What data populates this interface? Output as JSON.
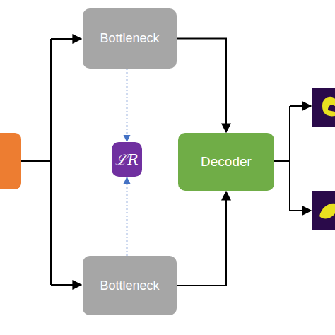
{
  "diagram": {
    "nodes": [
      {
        "text": [
          "Bottleneck"
        ]
      },
      {
        "text": [
          "ℒR"
        ]
      },
      {
        "text": [
          "Decoder"
        ]
      },
      {
        "text": [
          "Bottleneck"
        ]
      }
    ],
    "edges": [
      {
        "from": 0,
        "to": 1,
        "arrow": "to"
      },
      {
        "from": 3,
        "to": 1,
        "arrow": "to"
      },
      {
        "from": 0,
        "to": 2,
        "arrow": "to"
      },
      {
        "from": 3,
        "to": 2,
        "arrow": "to"
      }
    ]
  }
}
